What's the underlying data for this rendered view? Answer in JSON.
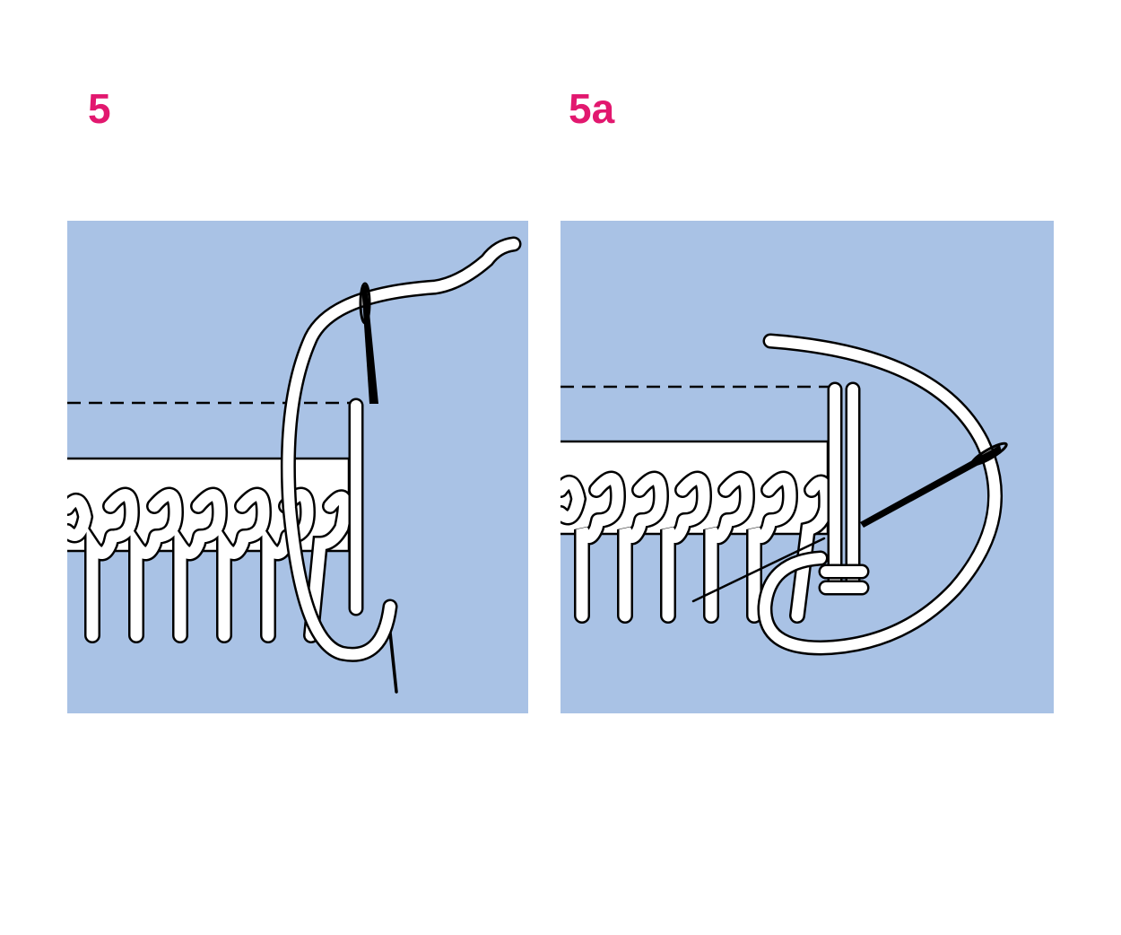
{
  "colors": {
    "accent": "#e2186f",
    "background": "#a9c2e5",
    "thread": "#ffffff",
    "outline": "#000000"
  },
  "figures": [
    {
      "label": "5",
      "icon": "needle-threading-bar-stitch-illustration"
    },
    {
      "label": "5a",
      "icon": "needle-wrapping-bar-tack-illustration"
    }
  ]
}
